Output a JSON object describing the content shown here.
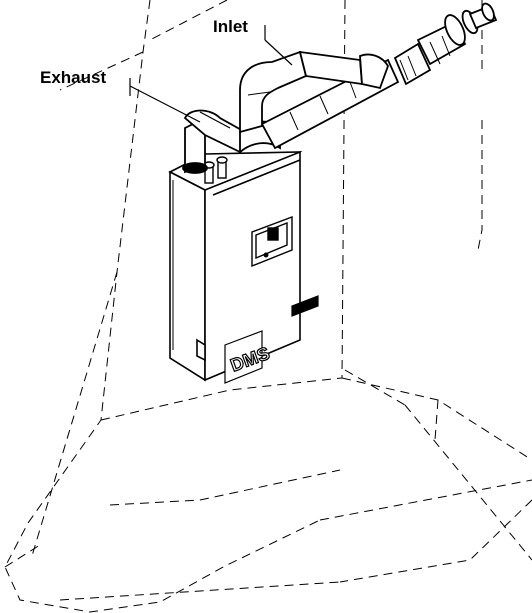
{
  "labels": {
    "inlet": "Inlet",
    "exhaust": "Exhaust"
  },
  "unit_badge": "DMS",
  "colors": {
    "line": "#000000",
    "fill": "#ffffff",
    "shade": "#d9d9d9"
  }
}
